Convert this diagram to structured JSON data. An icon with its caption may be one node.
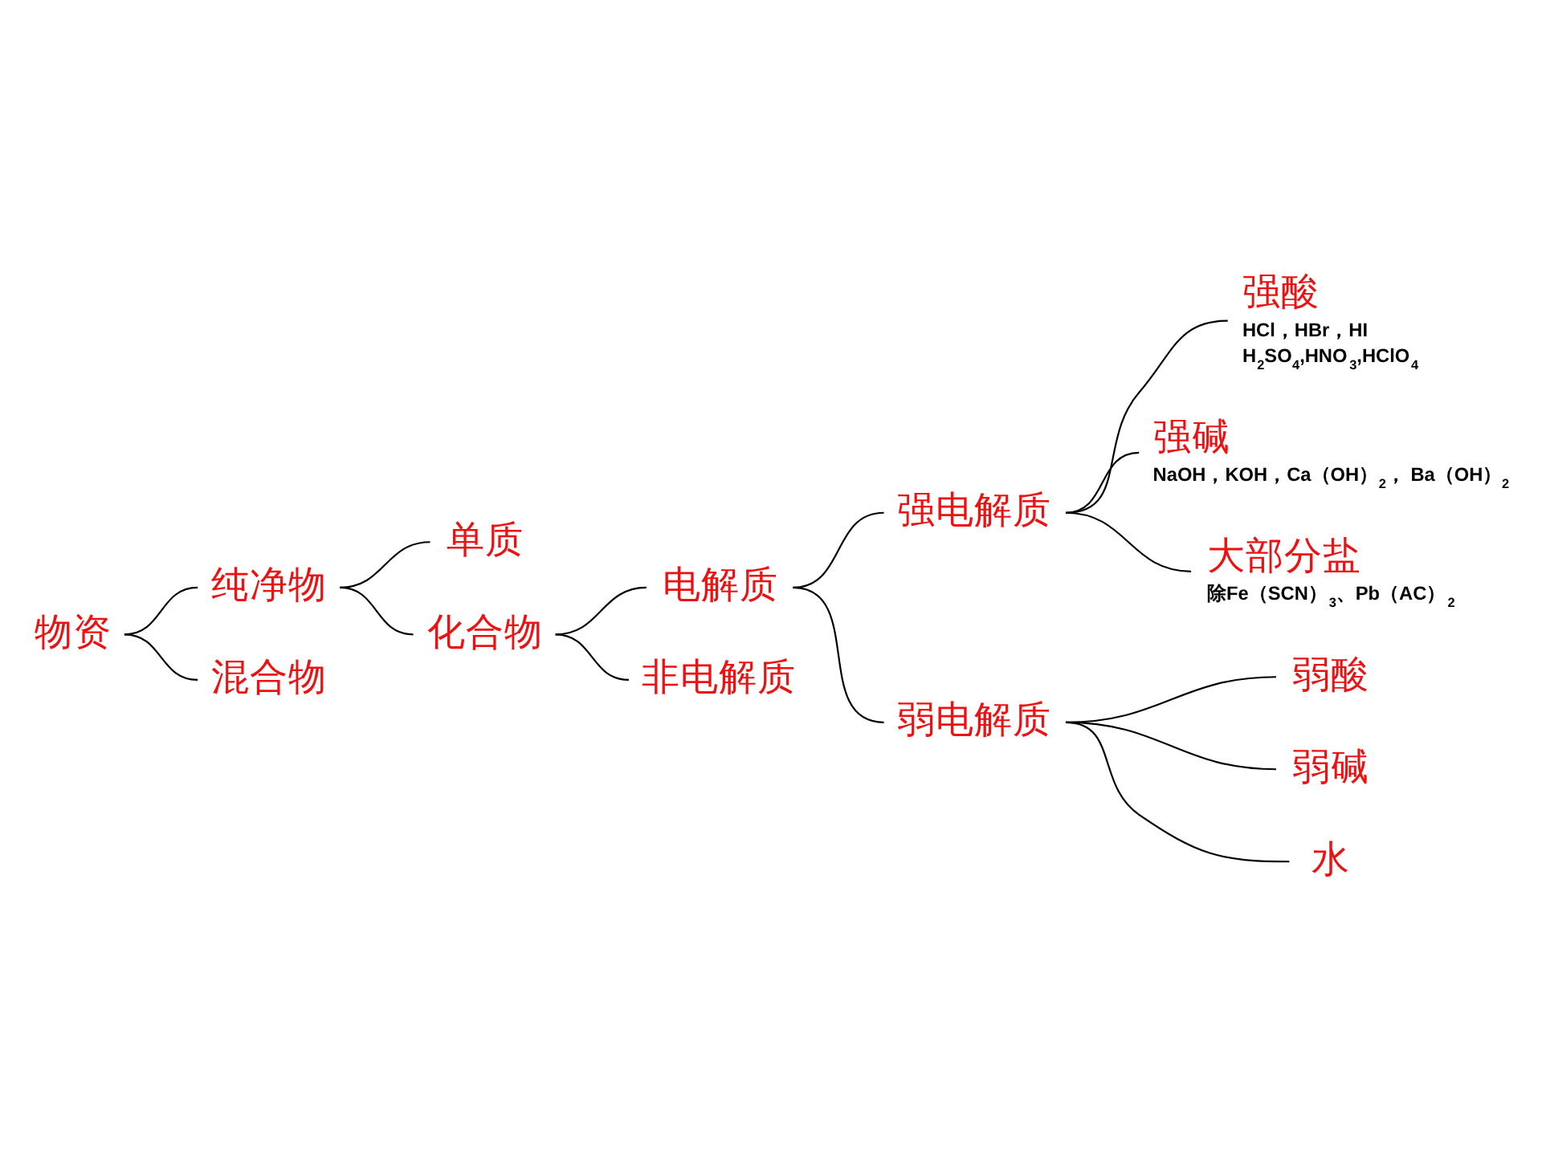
{
  "diagram": {
    "nodes": [
      {
        "text": [
          "物资"
        ]
      },
      {
        "text": [
          "纯净物"
        ]
      },
      {
        "text": [
          "单质"
        ]
      },
      {
        "text": [
          "化合物"
        ]
      },
      {
        "text": [
          "电解质"
        ]
      },
      {
        "text": [
          "强电解质"
        ]
      },
      {
        "text": [
          "强酸"
        ],
        "beside": [
          "HCl，HBr，HI",
          "H$_{2}$SO$_{4}$,HNO$_{3}$,HClO$_{4}$"
        ]
      },
      {
        "text": [
          "强碱"
        ],
        "beside": [
          "NaOH，KOH，Ca（OH）$_{2}$， Ba（OH）$_{2}$"
        ]
      },
      {
        "text": [
          "大部分盐"
        ],
        "beside": [
          "除Fe（SCN）$_{3}$、Pb（AC）$_{2}$"
        ]
      },
      {
        "text": [
          "弱电解质"
        ]
      },
      {
        "text": [
          "弱酸"
        ]
      },
      {
        "text": [
          "弱碱"
        ]
      },
      {
        "text": [
          "水"
        ]
      },
      {
        "text": [
          "非电解质"
        ]
      },
      {
        "text": [
          "混合物"
        ]
      }
    ],
    "edges": [
      {
        "from": 0,
        "to": 1,
        "arrow": "none"
      },
      {
        "from": 0,
        "to": 14,
        "arrow": "none"
      },
      {
        "from": 1,
        "to": 2,
        "arrow": "none"
      },
      {
        "from": 1,
        "to": 3,
        "arrow": "none"
      },
      {
        "from": 3,
        "to": 4,
        "arrow": "none"
      },
      {
        "from": 3,
        "to": 13,
        "arrow": "none"
      },
      {
        "from": 4,
        "to": 5,
        "arrow": "none"
      },
      {
        "from": 4,
        "to": 9,
        "arrow": "none"
      },
      {
        "from": 5,
        "to": 6,
        "arrow": "none"
      },
      {
        "from": 5,
        "to": 7,
        "arrow": "none"
      },
      {
        "from": 5,
        "to": 8,
        "arrow": "none"
      },
      {
        "from": 9,
        "to": 10,
        "arrow": "none"
      },
      {
        "from": 9,
        "to": 11,
        "arrow": "none"
      },
      {
        "from": 9,
        "to": 12,
        "arrow": "none"
      }
    ]
  }
}
